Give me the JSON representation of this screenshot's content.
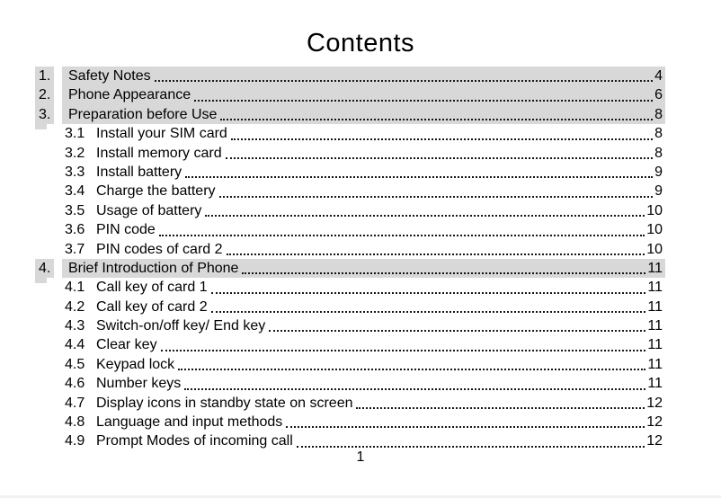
{
  "title": "Contents",
  "footer": {
    "page_number": "1"
  },
  "colors": {
    "highlight": "#d8d8d8",
    "text": "#000000",
    "page_edge": "#f1f1f1"
  },
  "toc": {
    "entries": [
      {
        "level": 1,
        "num": "1.",
        "label": "Safety Notes",
        "page": "4"
      },
      {
        "level": 1,
        "num": "2.",
        "label": "Phone Appearance",
        "page": "6"
      },
      {
        "level": 1,
        "num": "3.",
        "label": "Preparation before Use",
        "page": "8"
      },
      {
        "level": 2,
        "num": "3.1",
        "label": "Install your SIM card",
        "page": "8"
      },
      {
        "level": 2,
        "num": "3.2",
        "label": "Install memory card",
        "page": "8"
      },
      {
        "level": 2,
        "num": "3.3",
        "label": "Install battery",
        "page": "9"
      },
      {
        "level": 2,
        "num": "3.4",
        "label": "Charge the battery",
        "page": "9"
      },
      {
        "level": 2,
        "num": "3.5",
        "label": "Usage of battery",
        "page": "10"
      },
      {
        "level": 2,
        "num": "3.6",
        "label": "PIN code",
        "page": "10"
      },
      {
        "level": 2,
        "num": "3.7",
        "label": "PIN codes of card 2",
        "page": "10"
      },
      {
        "level": 1,
        "num": "4.",
        "label": "Brief Introduction of Phone",
        "page": "11"
      },
      {
        "level": 2,
        "num": "4.1",
        "label": "Call key of card 1",
        "page": "11"
      },
      {
        "level": 2,
        "num": "4.2",
        "label": "Call key of card 2",
        "page": "11"
      },
      {
        "level": 2,
        "num": "4.3",
        "label": "Switch-on/off key/ End key",
        "page": "11"
      },
      {
        "level": 2,
        "num": "4.4",
        "label": "Clear key",
        "page": "11"
      },
      {
        "level": 2,
        "num": "4.5",
        "label": "Keypad lock",
        "page": "11"
      },
      {
        "level": 2,
        "num": "4.6",
        "label": "Number keys",
        "page": "11"
      },
      {
        "level": 2,
        "num": "4.7",
        "label": "Display icons in standby state on screen",
        "page": "12"
      },
      {
        "level": 2,
        "num": "4.8",
        "label": "Language and input methods",
        "page": "12"
      },
      {
        "level": 2,
        "num": "4.9",
        "label": "Prompt Modes of incoming call",
        "page": "12"
      }
    ]
  }
}
